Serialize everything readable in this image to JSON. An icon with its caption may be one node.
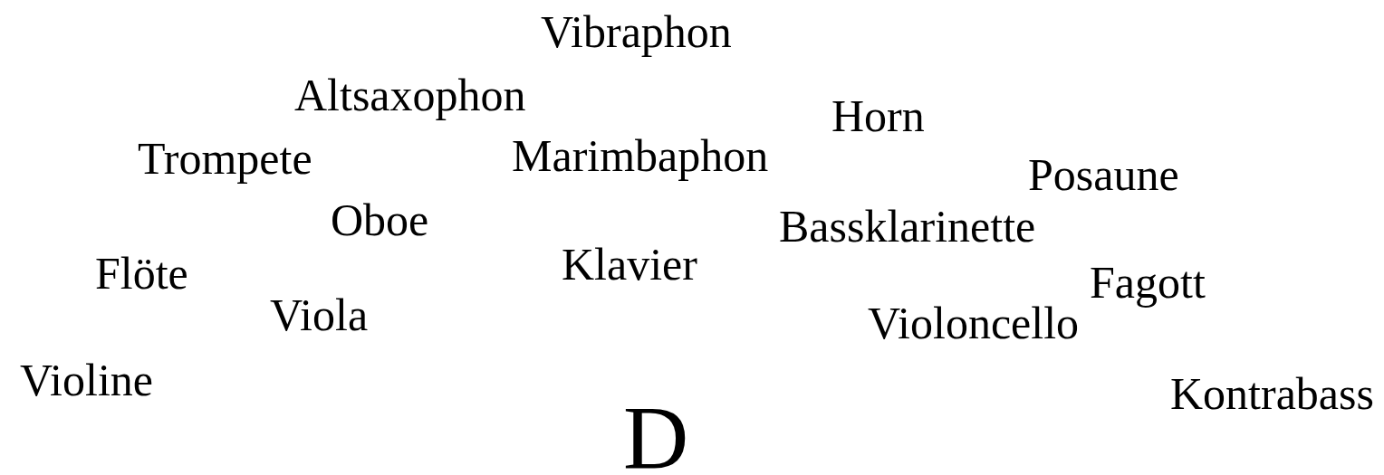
{
  "diagram": {
    "labels": [
      "Vibraphon",
      "Altsaxophon",
      "Horn",
      "Trompete",
      "Marimbaphon",
      "Posaune",
      "Oboe",
      "Bassklarinette",
      "Flöte",
      "Klavier",
      "Fagott",
      "Viola",
      "Violoncello",
      "Violine",
      "Kontrabass",
      "D"
    ]
  }
}
